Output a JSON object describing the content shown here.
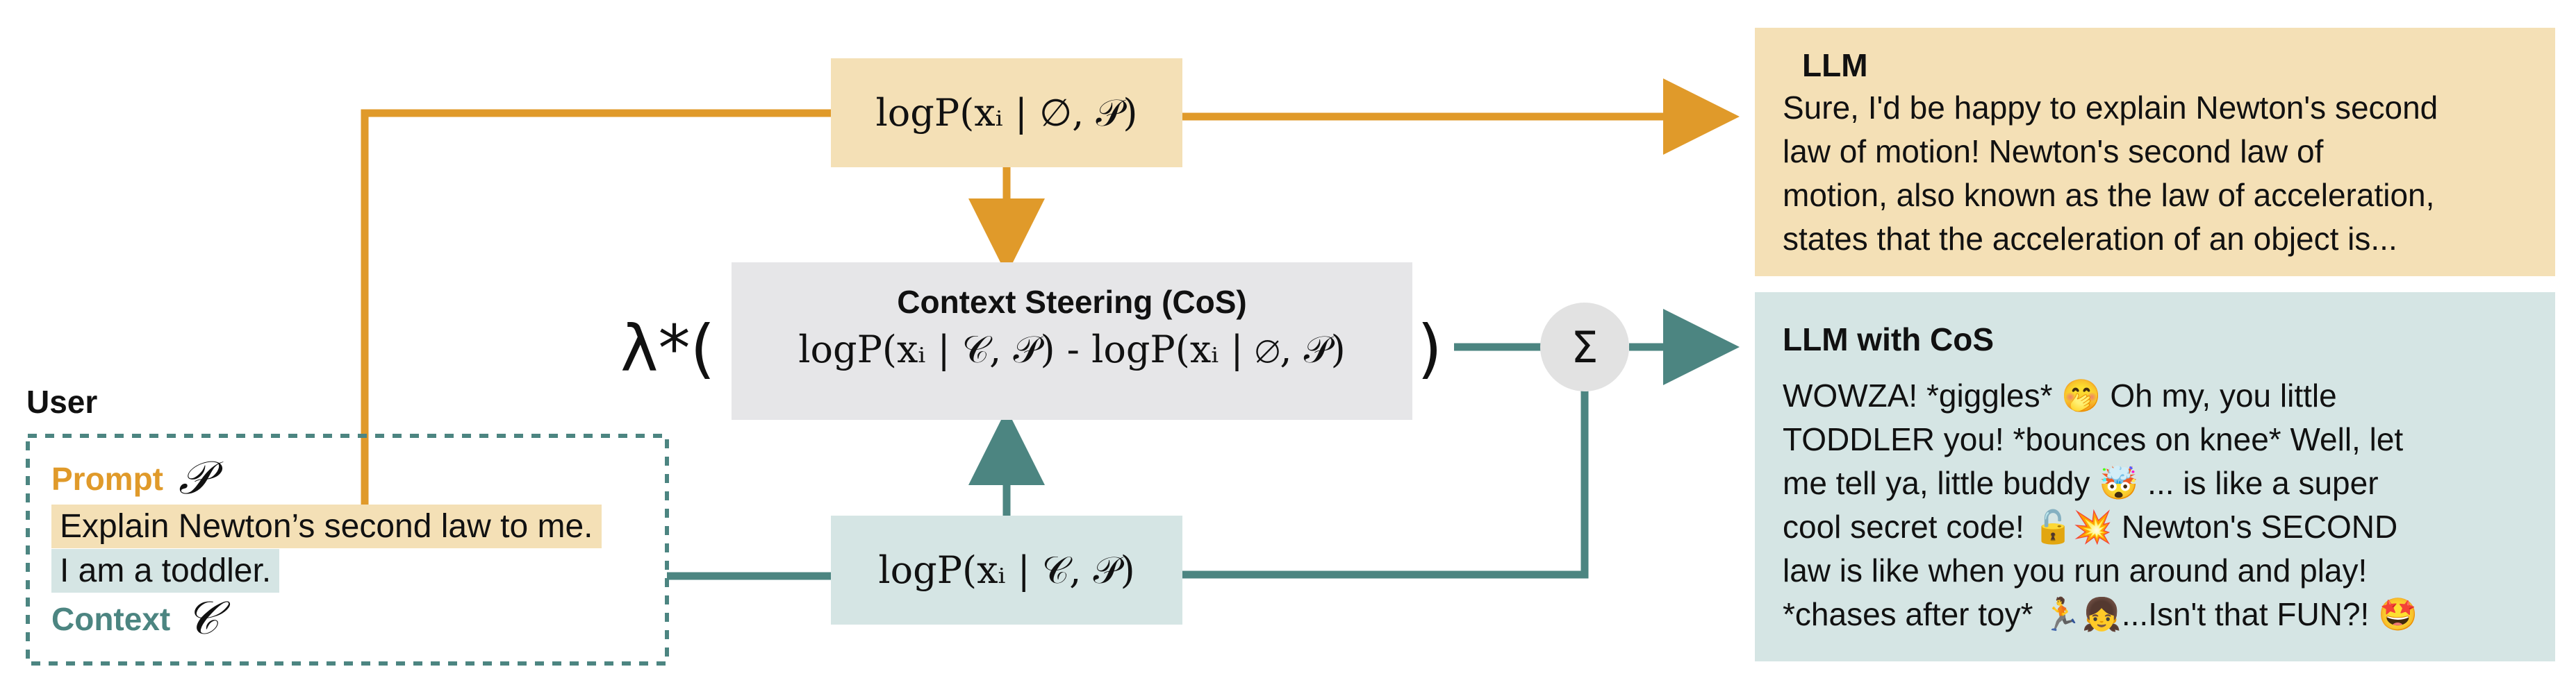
{
  "colors": {
    "orange": "#E09A2A",
    "teal": "#4C8581",
    "orange_fill": "#F4E0B6",
    "teal_fill": "#D5E5E4",
    "grey_fill": "#E6E6E8",
    "sigma_fill": "#E2E2E2"
  },
  "top_box": {
    "formula": "logP(xᵢ | ∅, 𝒫)"
  },
  "center_box": {
    "title": "Context Steering (CoS)",
    "formula": "logP(xᵢ | 𝒞, 𝒫) - logP(xᵢ | ∅, 𝒫)"
  },
  "lambda_open": "λ*(",
  "close_paren": ")",
  "sum_symbol": "Σ",
  "bottom_box": {
    "formula": "logP(xᵢ | 𝒞, 𝒫)"
  },
  "user": {
    "label": "User",
    "prompt_label": "Prompt",
    "prompt_symbol": "𝒫",
    "prompt_text": "Explain Newton’s second law to me.",
    "context_text": "I am a toddler.",
    "context_label": "Context",
    "context_symbol": "𝒞"
  },
  "llm": {
    "title": "LLM",
    "lines": [
      "Sure, I'd be happy to explain Newton's second",
      "law of motion! Newton's second law of",
      "motion, also known as the law of acceleration,",
      "states that the acceleration of an object is..."
    ]
  },
  "llm_cos": {
    "title": "LLM with CoS",
    "lines": [
      "WOWZA! *giggles* 🤭 Oh my, you little",
      "TODDLER you! *bounces on knee* Well, let",
      "me tell ya, little buddy 🤯 ... is like a super",
      "cool secret code! 🔓💥 Newton's SECOND",
      "law is like when you run around and play!",
      "*chases after toy* 🏃👧...Isn't that FUN?! 🤩"
    ]
  }
}
